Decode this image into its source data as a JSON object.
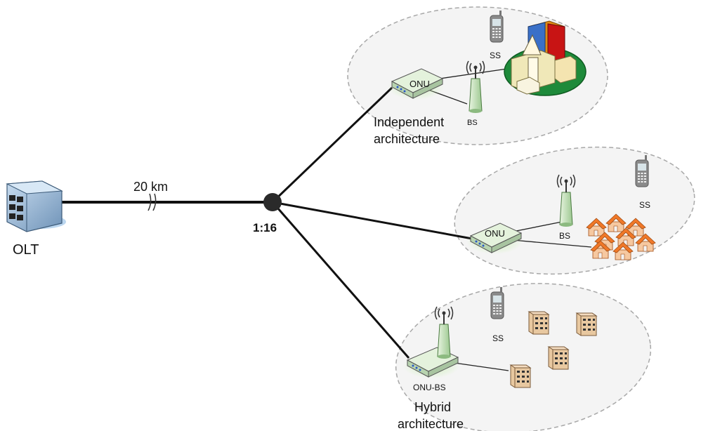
{
  "olt": {
    "label": "OLT"
  },
  "fiber": {
    "distance_label": "20 km"
  },
  "splitter": {
    "ratio_label": "1:16"
  },
  "groups": {
    "independent": {
      "onu_label": "ONU",
      "bs_label": "BS",
      "ss_label": "SS",
      "arch_line1": "Independent",
      "arch_line2": "architecture"
    },
    "middle": {
      "onu_label": "ONU",
      "bs_label": "BS",
      "ss_label": "SS"
    },
    "hybrid": {
      "onu_label": "ONU-BS",
      "ss_label": "SS",
      "arch_line1": "Hybrid",
      "arch_line2": "architecture"
    }
  },
  "colors": {
    "cloud_fill": "#f2f2f2",
    "cloud_stroke": "#a8a8a8",
    "fiber": "#111111",
    "onu_body": "#d8ecd0",
    "onu_glow": "#c8f0b0",
    "house_roof": "#f07828",
    "building_brown": "#d8b894",
    "olt_body": "#8fb0d0",
    "city_ground": "#1e8a3a"
  }
}
